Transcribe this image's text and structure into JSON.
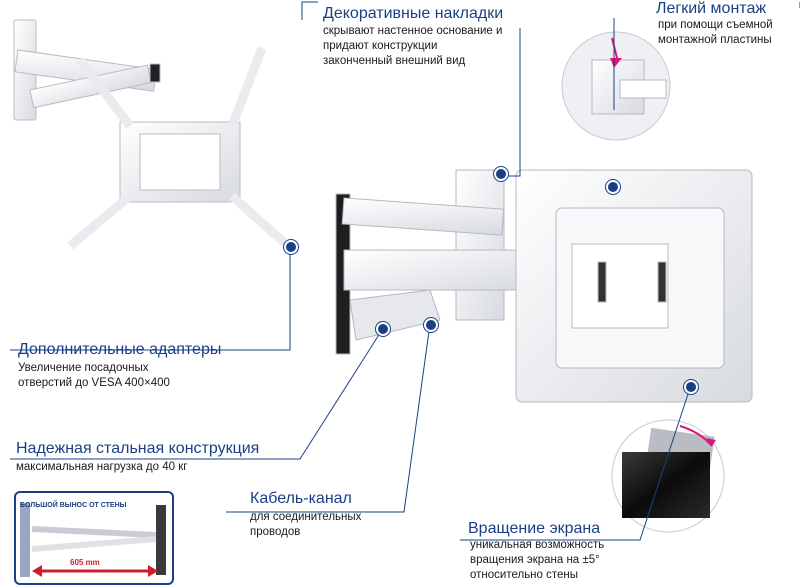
{
  "callouts": {
    "decorative": {
      "title": "Декоративные накладки",
      "lines": [
        "скрывают настенное основание и",
        "придают конструкции",
        "законченный внешний вид"
      ]
    },
    "easy_mount": {
      "title": "Легкий монтаж",
      "lines": [
        "при помощи съемной",
        "монтажной пластины"
      ]
    },
    "adapters": {
      "title": "Дополнительные адаптеры",
      "lines": [
        "Увеличение посадочных",
        "отверстий до VESA 400×400"
      ]
    },
    "steel": {
      "title": "Надежная стальная конструкция",
      "lines": [
        "максимальная нагрузка до 40 кг"
      ]
    },
    "cable": {
      "title": "Кабель-канал",
      "lines": [
        "для соединительных",
        "проводов"
      ]
    },
    "rotation": {
      "title": "Вращение экрана",
      "lines": [
        "уникальная возможность",
        "вращения экрана на ±5°",
        "относительно стены"
      ]
    }
  },
  "inset": {
    "label": "БОЛЬШОЙ ВЫНОС ОТ СТЕНЫ",
    "distance": "605 mm"
  },
  "colors": {
    "accent": "#1b3f86",
    "arrow": "#cc1f2d",
    "rotation_arrow": "#e0137a",
    "metal": "#f2f3f5",
    "metal_shade": "#c9ccd3"
  }
}
